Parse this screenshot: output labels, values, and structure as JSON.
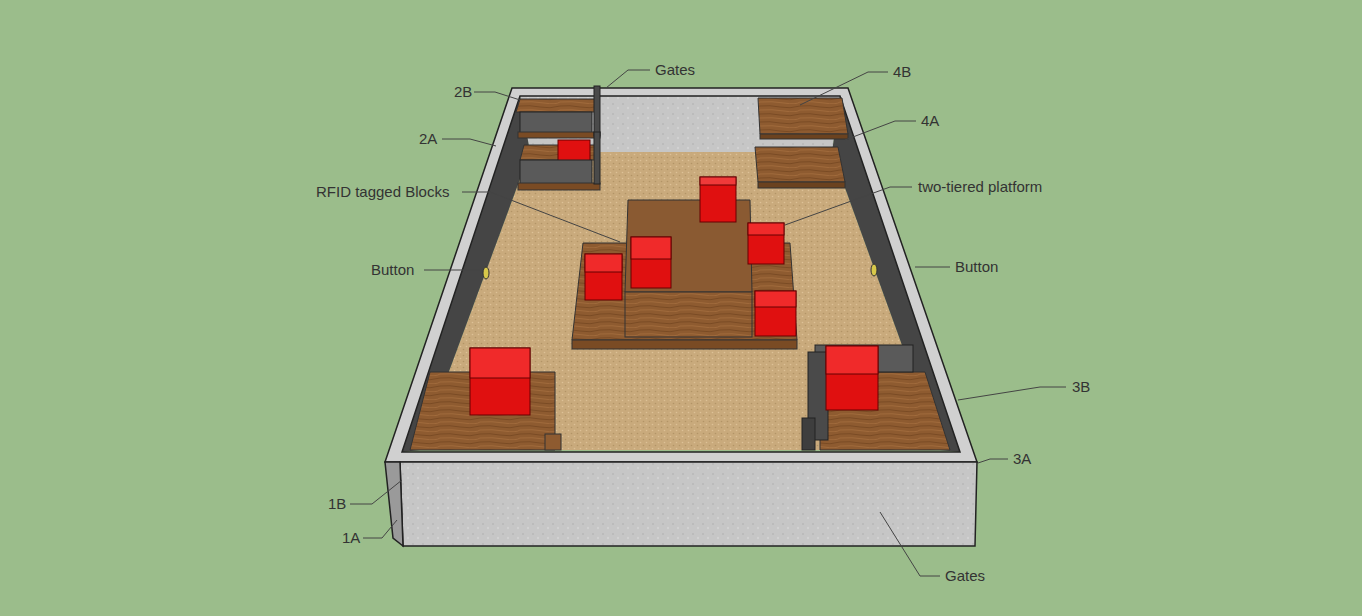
{
  "diagram": {
    "labels": [
      "Gates",
      "2B",
      "2A",
      "RFID tagged Blocks",
      "Button",
      "4B",
      "4A",
      "two-tiered platform",
      "Button",
      "3B",
      "3A",
      "1B",
      "1A",
      "Gates"
    ]
  }
}
